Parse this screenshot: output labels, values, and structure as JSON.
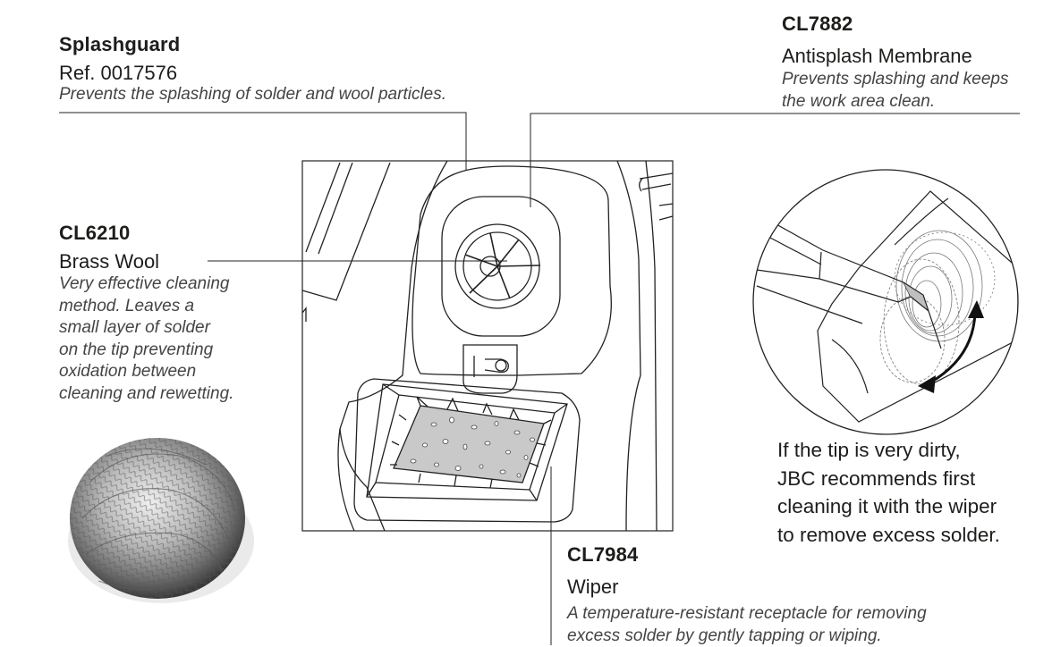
{
  "splashguard": {
    "title": "Splashguard",
    "ref": "Ref. 0017576",
    "description": "Prevents the splashing of solder and wool particles."
  },
  "membrane": {
    "code": "CL7882",
    "name": "Antisplash Membrane",
    "description_lines": [
      "Prevents splashing and keeps",
      "the work area clean."
    ]
  },
  "brass_wool": {
    "code": "CL6210",
    "name": "Brass Wool",
    "description_lines": [
      "Very effective cleaning",
      "method. Leaves a",
      "small layer of solder",
      "on the tip preventing",
      "oxidation between",
      "cleaning and rewetting."
    ]
  },
  "wiper": {
    "code": "CL7984",
    "name": "Wiper",
    "description_lines": [
      "A temperature-resistant receptacle for removing",
      "excess solder by gently tapping or wiping."
    ]
  },
  "tip_note": {
    "lines": [
      "If the tip is very dirty,",
      "JBC recommends first",
      "cleaning it with the wiper",
      "to remove excess solder."
    ]
  },
  "icons": [
    "brass-wool-photo",
    "station-diagram",
    "tip-cleaning-illustration"
  ]
}
